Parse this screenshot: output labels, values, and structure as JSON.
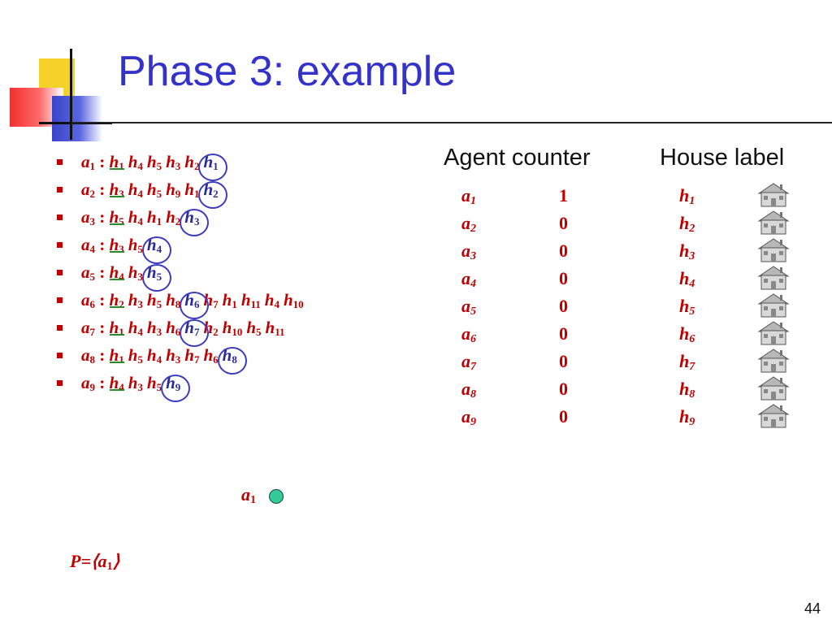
{
  "slide": {
    "title": "Phase 3: example",
    "page_number": "44"
  },
  "preferences": [
    {
      "agent": "a",
      "agent_sub": "1",
      "houses": [
        "1",
        "4",
        "5",
        "3",
        "2",
        "1"
      ],
      "first": 0,
      "matched": 5
    },
    {
      "agent": "a",
      "agent_sub": "2",
      "houses": [
        "3",
        "4",
        "5",
        "9",
        "1",
        "2"
      ],
      "first": 0,
      "matched": 5
    },
    {
      "agent": "a",
      "agent_sub": "3",
      "houses": [
        "5",
        "4",
        "1",
        "2",
        "3"
      ],
      "first": 0,
      "matched": 4
    },
    {
      "agent": "a",
      "agent_sub": "4",
      "houses": [
        "3",
        "5",
        "4"
      ],
      "first": 0,
      "matched": 2
    },
    {
      "agent": "a",
      "agent_sub": "5",
      "houses": [
        "4",
        "3",
        "5"
      ],
      "first": 0,
      "matched": 2
    },
    {
      "agent": "a",
      "agent_sub": "6",
      "houses": [
        "2",
        "3",
        "5",
        "8",
        "6",
        "7",
        "1",
        "11",
        "4",
        "10"
      ],
      "first": 0,
      "matched": 4
    },
    {
      "agent": "a",
      "agent_sub": "7",
      "houses": [
        "1",
        "4",
        "3",
        "6",
        "7",
        "2",
        "10",
        "5",
        "11"
      ],
      "first": 0,
      "matched": 4
    },
    {
      "agent": "a",
      "agent_sub": "8",
      "houses": [
        "1",
        "5",
        "4",
        "3",
        "7",
        "6",
        "8"
      ],
      "first": 0,
      "matched": 6
    },
    {
      "agent": "a",
      "agent_sub": "9",
      "houses": [
        "4",
        "3",
        "5",
        "9"
      ],
      "first": 0,
      "matched": 3
    }
  ],
  "table": {
    "agent_counter_header": "Agent counter",
    "house_label_header": "House label",
    "agents": [
      "1",
      "2",
      "3",
      "4",
      "5",
      "6",
      "7",
      "8",
      "9"
    ],
    "counts": [
      "1",
      "0",
      "0",
      "0",
      "0",
      "0",
      "0",
      "0",
      "0"
    ],
    "house_labels": [
      "1",
      "2",
      "3",
      "4",
      "5",
      "6",
      "7",
      "8",
      "9"
    ]
  },
  "graph": {
    "node_label": "a",
    "node_sub": "1",
    "node_color": "#33cc99"
  },
  "path": {
    "prefix": "P=⟨a",
    "sub": "1",
    "suffix": "⟩"
  },
  "colors": {
    "title": "#3333cc",
    "text": "#c00000",
    "circle": "#3c3cbe",
    "underline": "#2a8a2a"
  },
  "icons": {
    "house": "house-icon"
  }
}
